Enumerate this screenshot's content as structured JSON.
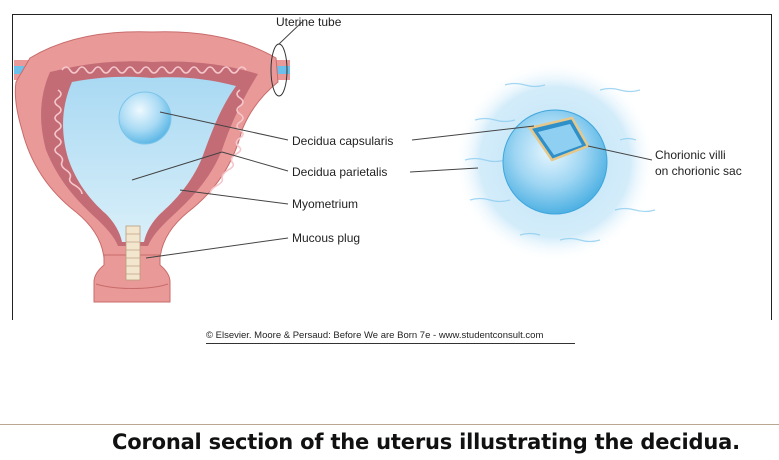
{
  "labels": {
    "uterine_tube": "Uterine tube",
    "decidua_capsularis": "Decidua capsularis",
    "decidua_parietalis": "Decidua parietalis",
    "myometrium": "Myometrium",
    "mucous_plug": "Mucous plug",
    "chorionic_villi_line1": "Chorionic villi",
    "chorionic_villi_line2": "on chorionic sac"
  },
  "credit": "© Elsevier. Moore & Persaud: Before We are Born 7e - www.studentconsult.com",
  "caption": "Coronal section of the uterus illustrating the decidua.",
  "colors": {
    "myometrium": "#e99a98",
    "myometrium_edge": "#c96b6b",
    "endometrium_dark": "#b05a63",
    "cavity_blue": "#9fd3f0",
    "sac_blue": "#5bb8e6",
    "halo_blue": "#c9e7f8"
  }
}
